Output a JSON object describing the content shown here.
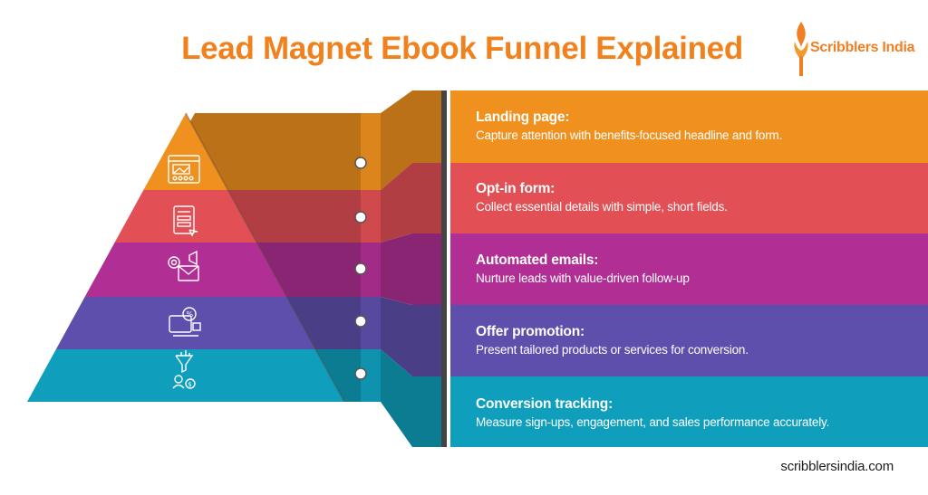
{
  "title": "Lead Magnet Ebook Funnel Explained",
  "brand": {
    "name": "Scribblers India",
    "color": "#ef7f22"
  },
  "website": "scribblersindia.com",
  "colors": {
    "title": "#f0811c",
    "divider": "#444444"
  },
  "stages": [
    {
      "title": "Landing page:",
      "description": "Capture attention with benefits-focused headline and form.",
      "color": "#f0911f",
      "icon": "webpage-icon"
    },
    {
      "title": "Opt-in form:",
      "description": "Collect essential details with simple, short fields.",
      "color": "#e24f54",
      "icon": "form-icon"
    },
    {
      "title": "Automated emails:",
      "description": "Nurture leads with value-driven follow-up",
      "color": "#b12f94",
      "icon": "email-megaphone-icon"
    },
    {
      "title": "Offer promotion:",
      "description": "Present tailored products or services for conversion.",
      "color": "#5f4fac",
      "icon": "promotion-icon"
    },
    {
      "title": "Conversion tracking:",
      "description": "Measure sign-ups, engagement, and sales performance accurately.",
      "color": "#0f9fbd",
      "icon": "funnel-tracking-icon"
    }
  ]
}
